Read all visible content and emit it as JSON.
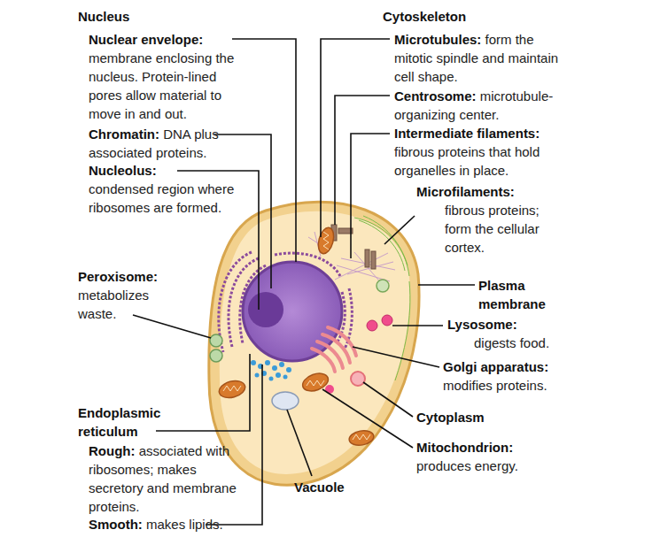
{
  "diagram": {
    "labels": [
      "Nucleus",
      "Nuclear envelope:",
      "membrane enclosing the nucleus. Protein-lined pores allow material to move in and out.",
      "Chromatin:",
      "DNA plus associated proteins.",
      "Nucleolus:",
      "condensed region where ribosomes are formed.",
      "Peroxisome:",
      "metabolizes waste.",
      "Endoplasmic reticulum",
      "Rough:",
      "associated with ribosomes; makes secretory and membrane proteins.",
      "Smooth:",
      "makes lipids.",
      "Vacuole",
      "Cytoskeleton",
      "Microtubules:",
      "form the mitotic spindle and maintain cell shape.",
      "Centrosome:",
      "microtubule-organizing center.",
      "Intermediate filaments:",
      "fibrous proteins that hold organelles in place.",
      "Microfilaments:",
      "fibrous proteins; form the cellular cortex.",
      "Plasma membrane",
      "Lysosome:",
      "digests food.",
      "Golgi apparatus:",
      "modifies proteins.",
      "Cytoplasm",
      "Mitochondrion:",
      "produces energy."
    ]
  }
}
